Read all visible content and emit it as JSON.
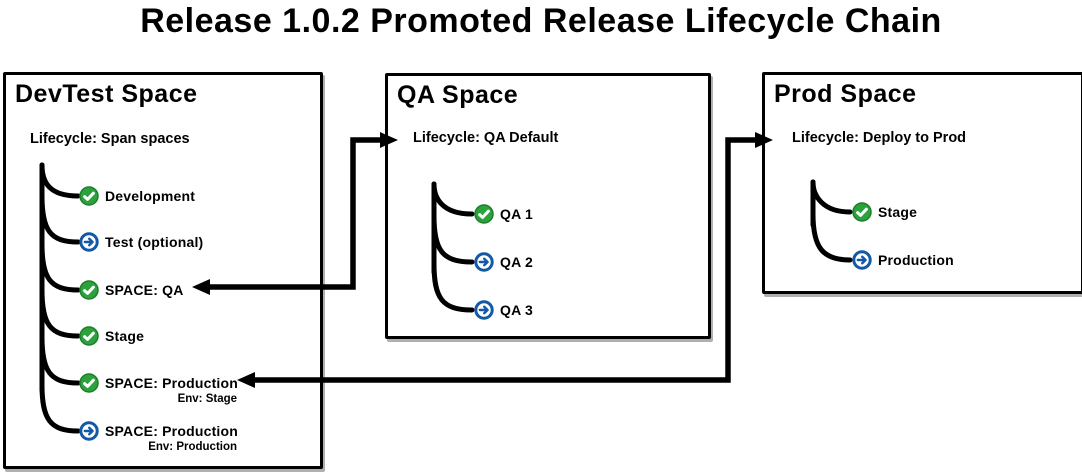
{
  "title": "Release 1.0.2 Promoted Release Lifecycle Chain",
  "icons": {
    "complete": "check-icon",
    "next": "promote-arrow-icon",
    "check_glyph": "✓",
    "arrow_glyph": "→"
  },
  "colors": {
    "stage_complete_green": "#2BA23C",
    "stage_complete_green_border": "#1E7E2C",
    "stage_next_blue": "#1459A5",
    "diagram_ink": "#000000"
  },
  "spaces": [
    {
      "name": "DevTest Space",
      "lifecycle": "Lifecycle: Span spaces",
      "items": [
        {
          "label": "Development",
          "status": "complete"
        },
        {
          "label": "Test (optional)",
          "status": "next"
        },
        {
          "label": "SPACE: QA",
          "status": "complete"
        },
        {
          "label": "Stage",
          "status": "complete"
        },
        {
          "label": "SPACE: Production",
          "sublabel": "Env: Stage",
          "status": "complete"
        },
        {
          "label": "SPACE: Production",
          "sublabel": "Env: Production",
          "status": "next"
        }
      ]
    },
    {
      "name": "QA Space",
      "lifecycle": "Lifecycle: QA Default",
      "items": [
        {
          "label": "QA 1",
          "status": "complete"
        },
        {
          "label": "QA 2",
          "status": "next"
        },
        {
          "label": "QA 3",
          "status": "next"
        }
      ]
    },
    {
      "name": "Prod Space",
      "lifecycle": "Lifecycle: Deploy to Prod",
      "items": [
        {
          "label": "Stage",
          "status": "complete"
        },
        {
          "label": "Production",
          "status": "next"
        }
      ]
    }
  ],
  "connectors": [
    {
      "type": "double-headed-arrow",
      "between": [
        "DevTest Space / SPACE: QA",
        "QA Space / Lifecycle: QA Default"
      ]
    },
    {
      "type": "double-headed-arrow",
      "between": [
        "DevTest Space / SPACE: Production (Env: Stage)",
        "Prod Space / Lifecycle: Deploy to Prod"
      ]
    }
  ]
}
